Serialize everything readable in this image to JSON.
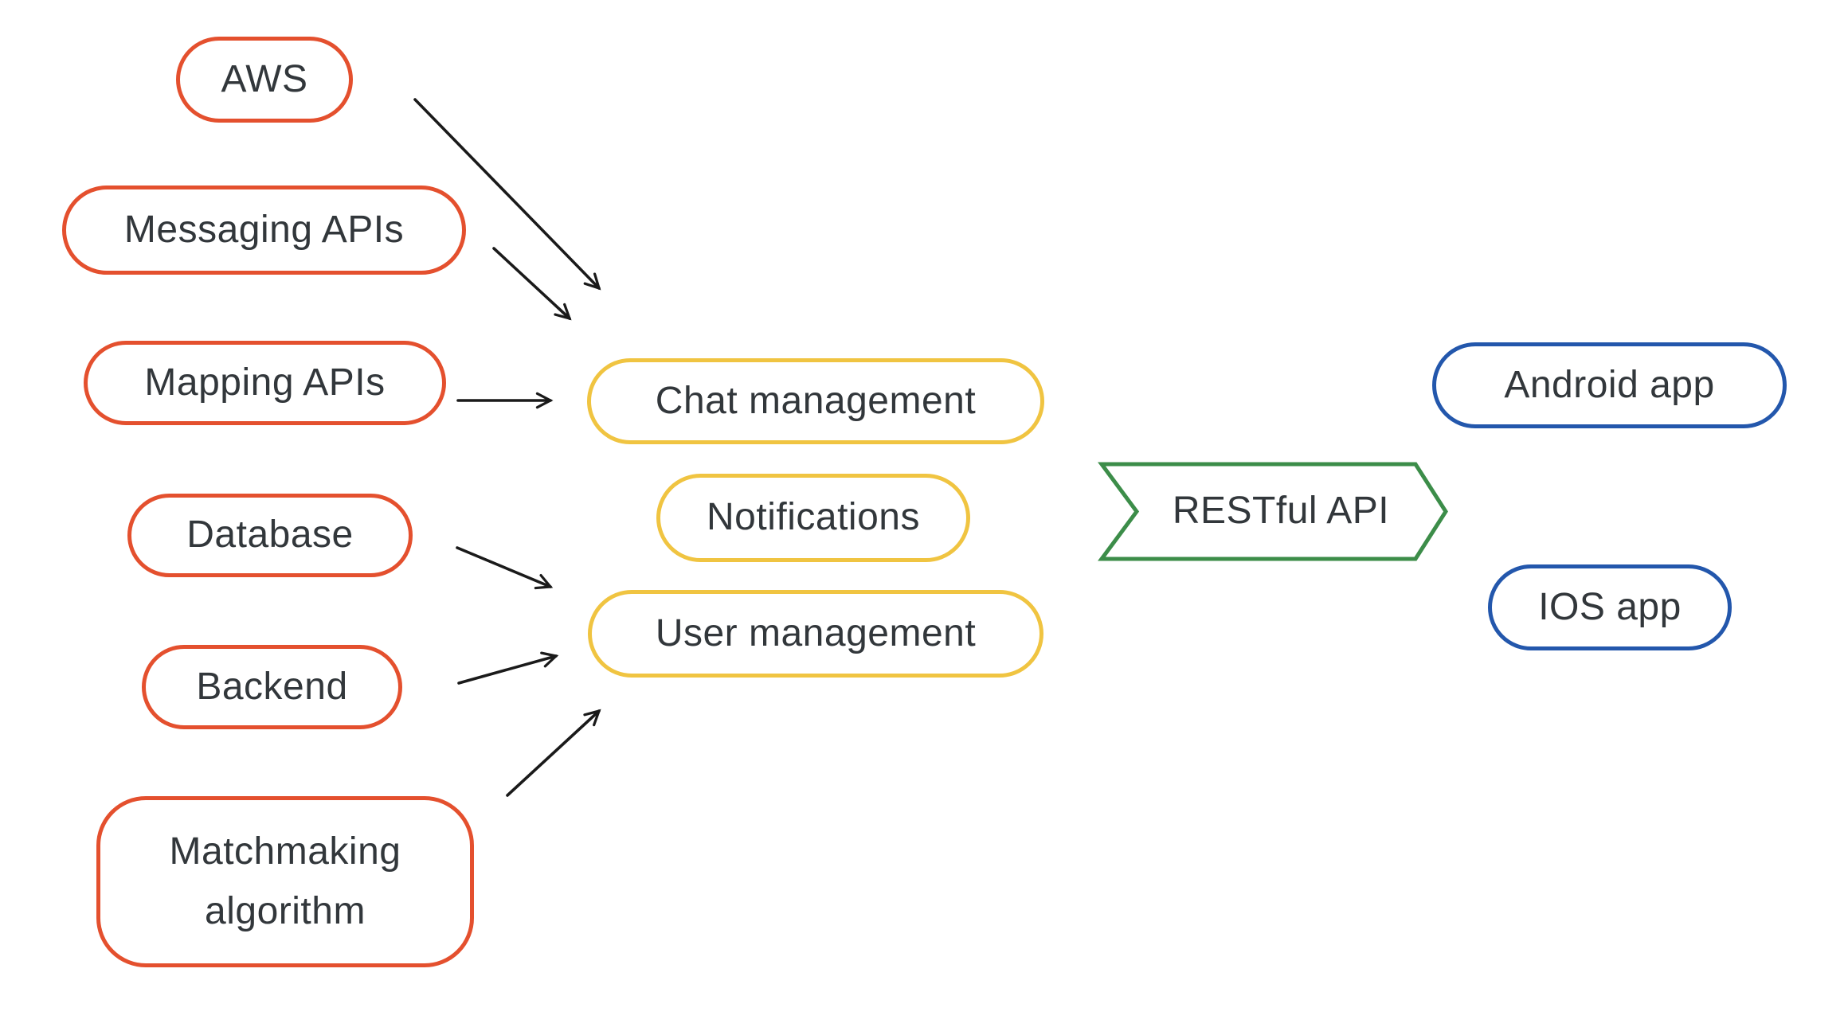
{
  "diagram": {
    "nodes": {
      "aws": {
        "label": "AWS"
      },
      "messaging_apis": {
        "label": "Messaging APIs"
      },
      "mapping_apis": {
        "label": "Mapping APIs"
      },
      "database": {
        "label": "Database"
      },
      "backend": {
        "label": "Backend"
      },
      "matchmaking": {
        "label": "Matchmaking algorithm"
      },
      "chat_management": {
        "label": "Chat management"
      },
      "notifications": {
        "label": "Notifications"
      },
      "user_management": {
        "label": "User management"
      },
      "restful_api": {
        "label": "RESTful API"
      },
      "android_app": {
        "label": "Android app"
      },
      "ios_app": {
        "label": "IOS app"
      }
    },
    "connections": [
      {
        "from": "aws",
        "to": "chat_management"
      },
      {
        "from": "messaging_apis",
        "to": "chat_management"
      },
      {
        "from": "mapping_apis",
        "to": "chat_management"
      },
      {
        "from": "database",
        "to": "user_management"
      },
      {
        "from": "backend",
        "to": "user_management"
      },
      {
        "from": "matchmaking",
        "to": "user_management"
      }
    ],
    "colors": {
      "orange": "#E4502E",
      "yellow": "#F0C441",
      "green": "#3C8D49",
      "blue": "#2357AC",
      "arrow": "#1A1A1A",
      "text": "#32373B",
      "bg": "#FFFFFF"
    }
  }
}
